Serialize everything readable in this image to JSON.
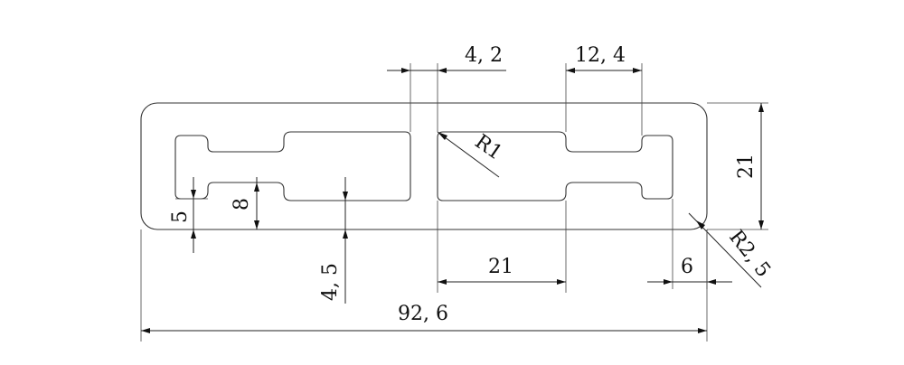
{
  "drawing": {
    "dimensions": {
      "slot_width": "4, 2",
      "upper_right_width": "12, 4",
      "height": "21",
      "radius_inner": "R1",
      "radius_outer": "R2, 5",
      "middle_width": "21",
      "right_gap": "6",
      "overall_width": "92, 6",
      "left_depth_5": "5",
      "left_depth_8": "8",
      "depth_4_5": "4, 5"
    }
  }
}
